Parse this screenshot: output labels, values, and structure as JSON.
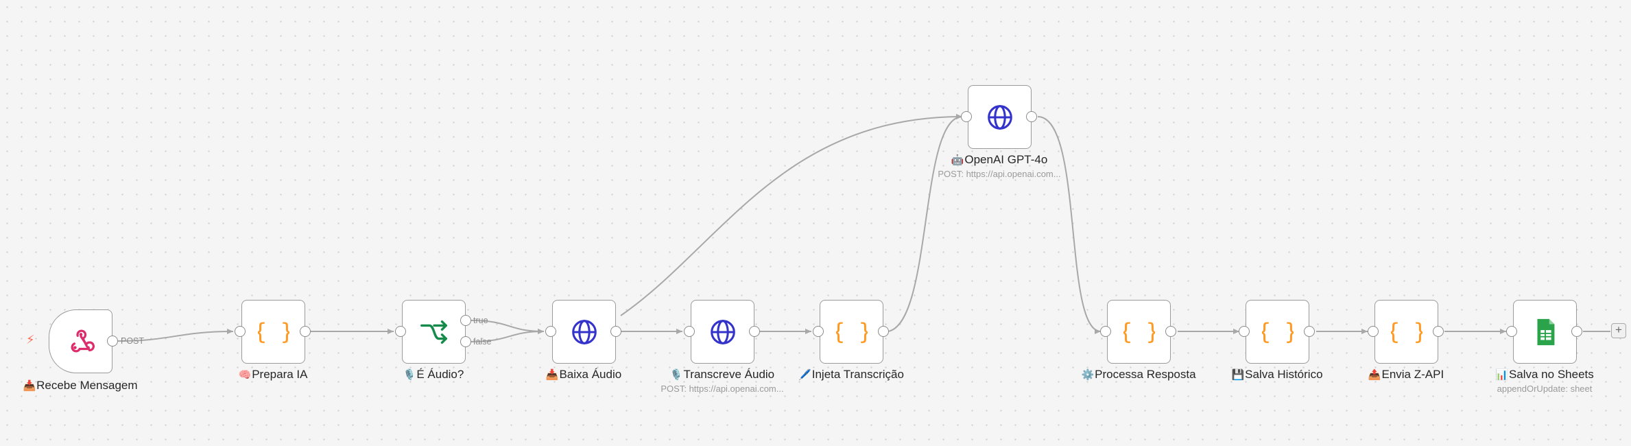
{
  "nodes": {
    "recebe": {
      "icon": "webhook-icon",
      "emoji": "📥",
      "label": "Recebe Mensagem"
    },
    "prepara": {
      "icon": "code-icon",
      "emoji": "🧠",
      "label": "Prepara IA"
    },
    "eaudio": {
      "icon": "switch-icon",
      "emoji": "🎙️",
      "label": "É Áudio?"
    },
    "baixa": {
      "icon": "globe-icon",
      "emoji": "📥",
      "label": "Baixa Áudio"
    },
    "transcreve": {
      "icon": "globe-icon",
      "emoji": "🎙️",
      "label": "Transcreve Áudio",
      "subtitle": "POST: https://api.openai.com..."
    },
    "injeta": {
      "icon": "code-icon",
      "emoji": "🖊️",
      "label": "Injeta Transcrição"
    },
    "openai": {
      "icon": "globe-icon",
      "emoji": "🤖",
      "label": "OpenAI GPT-4o",
      "subtitle": "POST: https://api.openai.com..."
    },
    "processa": {
      "icon": "code-icon",
      "emoji": "⚙️",
      "label": "Processa Resposta"
    },
    "salvahist": {
      "icon": "code-icon",
      "emoji": "💾",
      "label": "Salva Histórico"
    },
    "envia": {
      "icon": "code-icon",
      "emoji": "📤",
      "label": "Envia Z-API"
    },
    "sheets": {
      "icon": "sheets-icon",
      "emoji": "📊",
      "label": "Salva no Sheets",
      "subtitle": "appendOrUpdate: sheet"
    }
  },
  "edge_labels": {
    "post": "POST",
    "true": "true",
    "false": "false"
  },
  "add_button": "+",
  "trigger_icon": "lightning-icon",
  "colors": {
    "code": "#ff9922",
    "globe": "#3333cc",
    "switch": "#158a4a",
    "webhook": "#dd2c6c",
    "sheets": "#2aa34a",
    "edge": "#a8a8a8",
    "trigger": "#ff6d5a"
  }
}
